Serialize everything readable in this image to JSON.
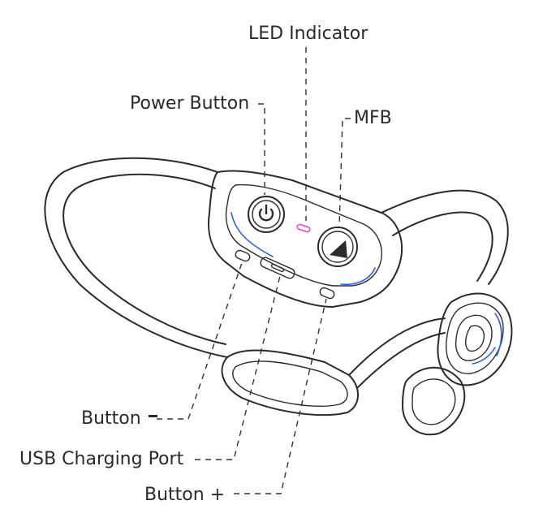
{
  "labels": {
    "led": "LED Indicator",
    "power": "Power Button",
    "mfb": "MFB",
    "button_minus": "Button",
    "usb": "USB Charging Port",
    "button_plus": "Button +"
  },
  "colors": {
    "line": "#2b2b2b",
    "accent_blue": "#2c5ff0",
    "led_pink": "#e24bd2"
  },
  "icons": [
    "power-icon",
    "play-triangle-icon"
  ]
}
